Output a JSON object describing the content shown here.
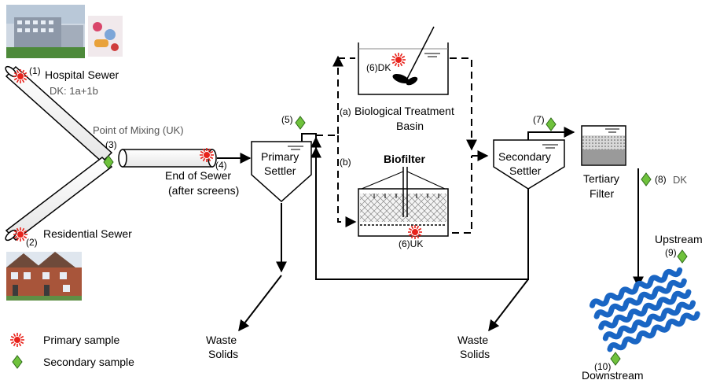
{
  "labels": {
    "hospital_sewer": "Hospital Sewer",
    "hospital_num": "(1)",
    "dk_1a1b": "DK: 1a+1b",
    "point_of_mixing": "Point of Mixing (UK)",
    "mix_num": "(3)",
    "residential_sewer": "Residential Sewer",
    "residential_num": "(2)",
    "end_of_sewer_num": "(4)",
    "end_of_sewer_1": "End of Sewer",
    "end_of_sewer_2": "(after screens)",
    "primary_num": "(5)",
    "primary_settler_1": "Primary",
    "primary_settler_2": "Settler",
    "bio_a": "(a)",
    "bio_title_1": "Biological Treatment",
    "bio_title_2": "Basin",
    "bio_dk_num": "(6)DK",
    "bio_b": "(b)",
    "biofilter": "Biofilter",
    "biofilter_num": "(6)UK",
    "secondary_num": "(7)",
    "secondary_settler_1": "Secondary",
    "secondary_settler_2": "Settler",
    "tertiary_1": "Tertiary",
    "tertiary_2": "Filter",
    "dk_8_num": "(8)",
    "dk_8": "DK",
    "upstream_num": "(9)",
    "upstream": "Upstream",
    "downstream_num": "(10)",
    "downstream": "Downstream",
    "waste_1a": "Waste",
    "waste_1b": "Solids",
    "waste_2a": "Waste",
    "waste_2b": "Solids"
  },
  "legend": {
    "primary": "Primary sample",
    "secondary": "Secondary sample"
  },
  "colors": {
    "primary_marker": "#e8231c",
    "secondary_marker": "#6fc23c",
    "water": "#1a66c4"
  }
}
